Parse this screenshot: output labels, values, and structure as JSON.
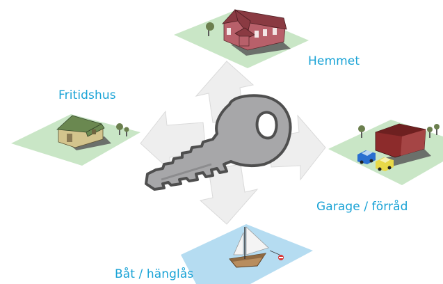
{
  "colors": {
    "label": "#1aa3d6",
    "ground_grass": "#c9e6c6",
    "ground_shadow": "#5a5a5a",
    "water": "#b5dcf1",
    "arrow_fill": "#eeeeee",
    "arrow_stroke": "#dadada",
    "key_fill": "#a7a7a9",
    "key_stroke": "#4f4f4f",
    "brick_house": "#b8606a",
    "brick_roof": "#8a3a42",
    "cottage_wall": "#d3c48d",
    "cottage_roof": "#6a8850",
    "garage_wall": "#8c2b2b",
    "car_blue": "#2a6fd0",
    "car_yellow": "#e8d848",
    "boat_hull": "#b88d5e",
    "sail": "#f4f4f4",
    "buoy": "#d83a3a"
  },
  "labels": {
    "home": "Hemmet",
    "summer_house": "Fritidshus",
    "garage": "Garage / förråd",
    "boat": "Båt / hänglås"
  },
  "icons": {
    "center": "key-icon",
    "home": "brick-house-icon",
    "summer_house": "cottage-icon",
    "garage": "garage-with-cars-icon",
    "boat": "sailboat-icon"
  }
}
